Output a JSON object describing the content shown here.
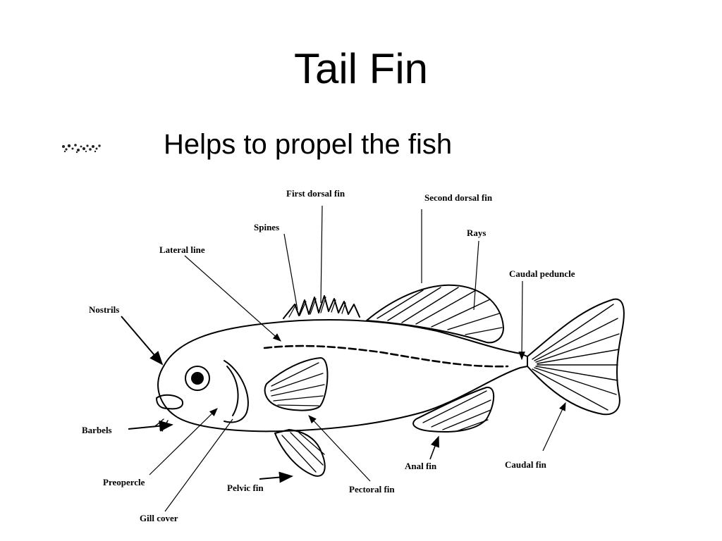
{
  "slide": {
    "title": "Tail Fin",
    "bullet": "Helps to propel the fish"
  },
  "diagram": {
    "labels": {
      "first_dorsal_fin": "First dorsal fin",
      "second_dorsal_fin": "Second dorsal fin",
      "spines": "Spines",
      "rays": "Rays",
      "lateral_line": "Lateral line",
      "caudal_peduncle": "Caudal peduncle",
      "nostrils": "Nostrils",
      "barbels": "Barbels",
      "preopercle": "Preopercle",
      "gill_cover": "Gill cover",
      "pelvic_fin": "Pelvic fin",
      "pectoral_fin": "Pectoral fin",
      "anal_fin": "Anal fin",
      "caudal_fin": "Caudal fin"
    }
  }
}
